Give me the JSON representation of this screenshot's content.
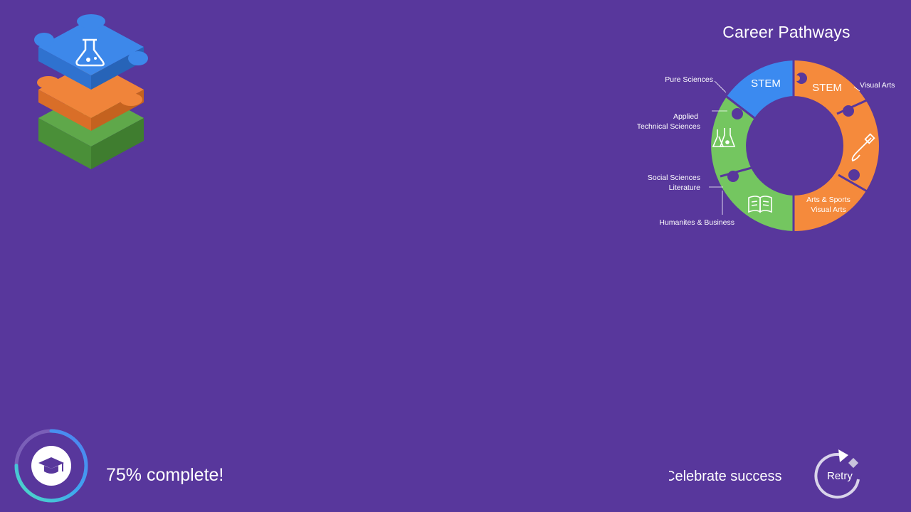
{
  "career": {
    "title": "Career Pathways",
    "segments": {
      "stem_left": "STEM",
      "stem_right": "STEM",
      "arts_line1": "Arts & Sports",
      "arts_line2": "Visual Arts"
    },
    "labels": {
      "pure_sciences": "Pure Sciences",
      "applied": "Applied",
      "technical_sciences": "Technical Sciences",
      "social_sciences": "Social Sciences",
      "literature": "Literature",
      "humanities_business": "Humanites & Business",
      "visual_arts": "Visual Arts"
    },
    "colors": {
      "blue": "#3b8af0",
      "orange": "#f58a3c",
      "green": "#74c660"
    },
    "icons": [
      "flask-icon",
      "paintbrush-icon",
      "book-icon",
      "beakers-icon"
    ]
  },
  "progress": {
    "percent": 75,
    "text": "75% complete!",
    "icon": "graduation-cap-icon"
  },
  "footer": {
    "celebrate_label": "Celebrate success",
    "retry_label": "Retry"
  },
  "logo": {
    "icon": "puzzle-stack-icon"
  }
}
